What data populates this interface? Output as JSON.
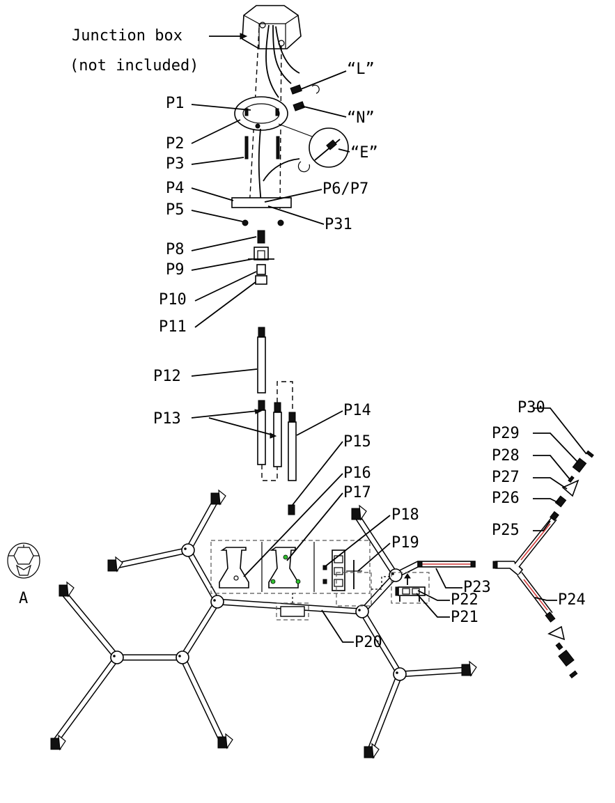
{
  "junction_box": {
    "label_line1": "Junction box",
    "label_line2": "(not included)"
  },
  "wire_labels": {
    "live": "“L”",
    "neutral": "“N”",
    "earth": "“E”"
  },
  "part_labels": {
    "p1": "P1",
    "p2": "P2",
    "p3": "P3",
    "p4": "P4",
    "p5": "P5",
    "p6_p7": "P6/P7",
    "p31": "P31",
    "p8": "P8",
    "p9": "P9",
    "p10": "P10",
    "p11": "P11",
    "p12": "P12",
    "p13": "P13",
    "p14": "P14",
    "p15": "P15",
    "p16": "P16",
    "p17": "P17",
    "p18": "P18",
    "p19": "P19",
    "p20": "P20",
    "p21": "P21",
    "p22": "P22",
    "p23": "P23",
    "p24": "P24",
    "p25": "P25",
    "p26": "P26",
    "p27": "P27",
    "p28": "P28",
    "p29": "P29",
    "p30": "P30"
  },
  "bulb": {
    "label": "A"
  },
  "colors": {
    "line": "#000000",
    "accent_red": "#d43c3c",
    "accent_green": "#2fbf2f"
  }
}
